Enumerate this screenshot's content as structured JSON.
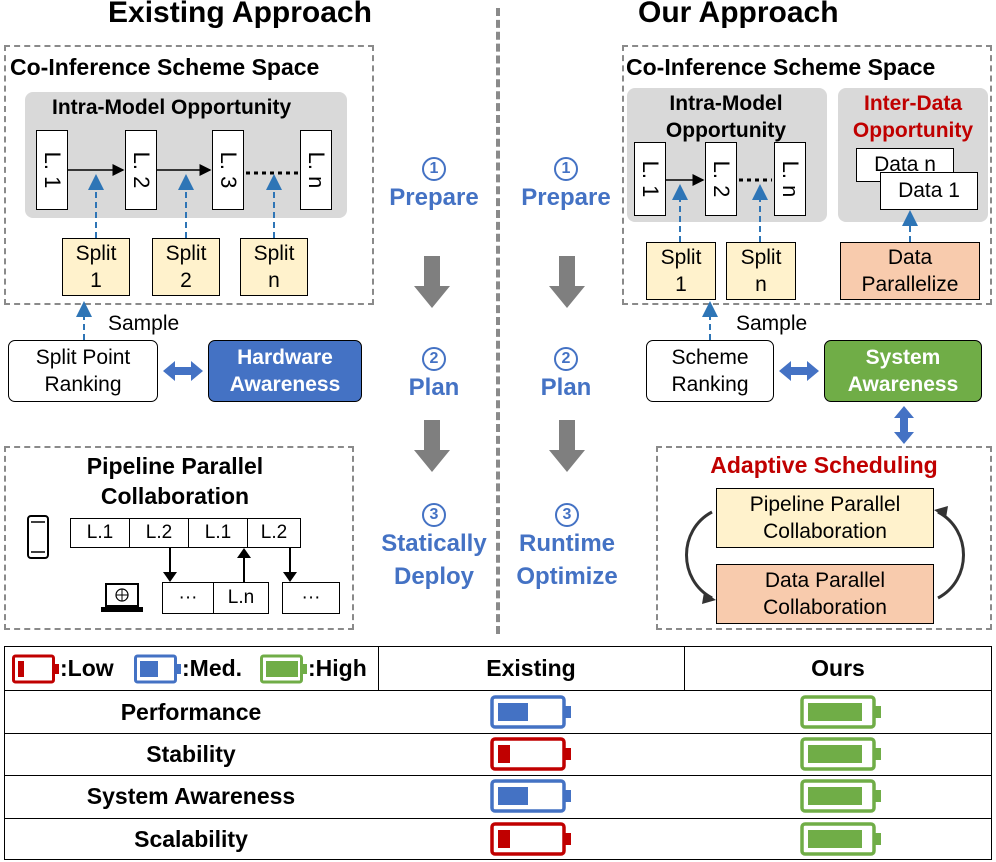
{
  "left": {
    "title": "Existing Approach",
    "space_title": "Co-Inference Scheme Space",
    "intra_title": "Intra-Model Opportunity",
    "layers": [
      "L. 1",
      "L. 2",
      "L. 3",
      "L. n"
    ],
    "splits": [
      [
        "Split",
        "1"
      ],
      [
        "Split",
        "2"
      ],
      [
        "Split",
        "n"
      ]
    ],
    "sample": "Sample",
    "ranking": [
      "Split Point",
      "Ranking"
    ],
    "awareness": [
      "Hardware",
      "Awareness"
    ],
    "collab_title": [
      "Pipeline Parallel",
      "Collaboration"
    ],
    "device_row": [
      "L.1",
      "L.2",
      "L.1",
      "L.2"
    ],
    "server_row": [
      "···",
      "L.n",
      "···"
    ]
  },
  "steps_existing": [
    {
      "num": "1",
      "label": "Prepare"
    },
    {
      "num": "2",
      "label": "Plan"
    },
    {
      "num": "3",
      "label": [
        "Statically",
        "Deploy"
      ]
    }
  ],
  "steps_ours": [
    {
      "num": "1",
      "label": "Prepare"
    },
    {
      "num": "2",
      "label": "Plan"
    },
    {
      "num": "3",
      "label": [
        "Runtime",
        "Optimize"
      ]
    }
  ],
  "right": {
    "title": "Our Approach",
    "space_title": "Co-Inference Scheme Space",
    "intra_title": [
      "Intra-Model",
      "Opportunity"
    ],
    "inter_title": [
      "Inter-Data",
      "Opportunity"
    ],
    "layers": [
      "L. 1",
      "L. 2",
      "L. n"
    ],
    "data_items": [
      "Data n",
      "Data 1"
    ],
    "splits": [
      [
        "Split",
        "1"
      ],
      [
        "Split",
        "n"
      ]
    ],
    "parallelize": [
      "Data",
      "Parallelize"
    ],
    "sample": "Sample",
    "ranking": [
      "Scheme",
      "Ranking"
    ],
    "awareness": [
      "System",
      "Awareness"
    ],
    "adaptive_title": "Adaptive Scheduling",
    "pipeline": [
      "Pipeline Parallel",
      "Collaboration"
    ],
    "data_parallel": [
      "Data Parallel",
      "Collaboration"
    ]
  },
  "legend": {
    "low": ":Low",
    "med": ":Med.",
    "high": ":High"
  },
  "table": {
    "headers": [
      "Existing",
      "Ours"
    ],
    "rows": [
      {
        "label": "Performance",
        "existing": "med",
        "ours": "high"
      },
      {
        "label": "Stability",
        "existing": "low",
        "ours": "high"
      },
      {
        "label": "System Awareness",
        "existing": "med",
        "ours": "high"
      },
      {
        "label": "Scalability",
        "existing": "low",
        "ours": "high"
      }
    ]
  },
  "colors": {
    "step_blue": "#4472c4",
    "hardware_blue": "#4472c4",
    "system_green": "#70ad47",
    "red_title": "#c00000",
    "battery_low": "#c00000",
    "battery_med": "#4472c4",
    "battery_high": "#70ad47",
    "split_fill": "#fff2cc",
    "data_fill": "#f8cbad"
  }
}
